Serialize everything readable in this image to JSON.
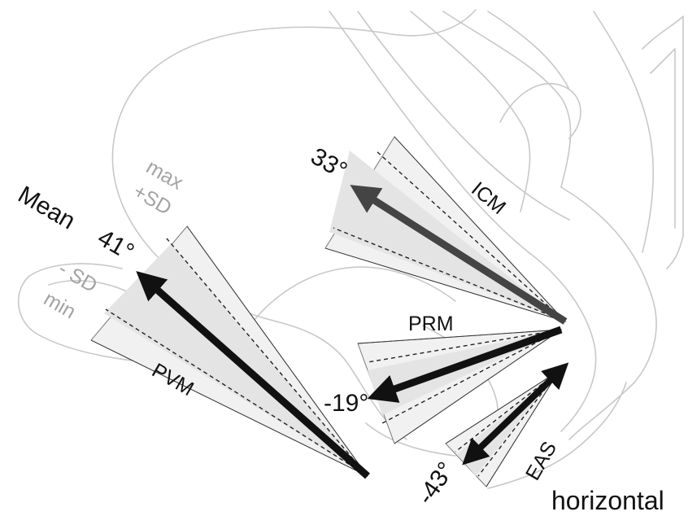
{
  "labels": {
    "mean": "Mean",
    "max": "max",
    "plus_sd": "+SD",
    "minus_sd": "- SD",
    "min": "min",
    "horizontal": "horizontal"
  },
  "muscles": [
    {
      "name": "PVM",
      "angle": "41°"
    },
    {
      "name": "ICM",
      "angle": "33°"
    },
    {
      "name": "PRM",
      "angle": "-19°"
    },
    {
      "name": "EAS",
      "angle": "-43°"
    }
  ],
  "colors": {
    "arrow_dark": "#111111",
    "arrow_icm": "#444444",
    "anatomy_outline": "#c8c8c8",
    "label_grey": "#a3a3a3"
  }
}
